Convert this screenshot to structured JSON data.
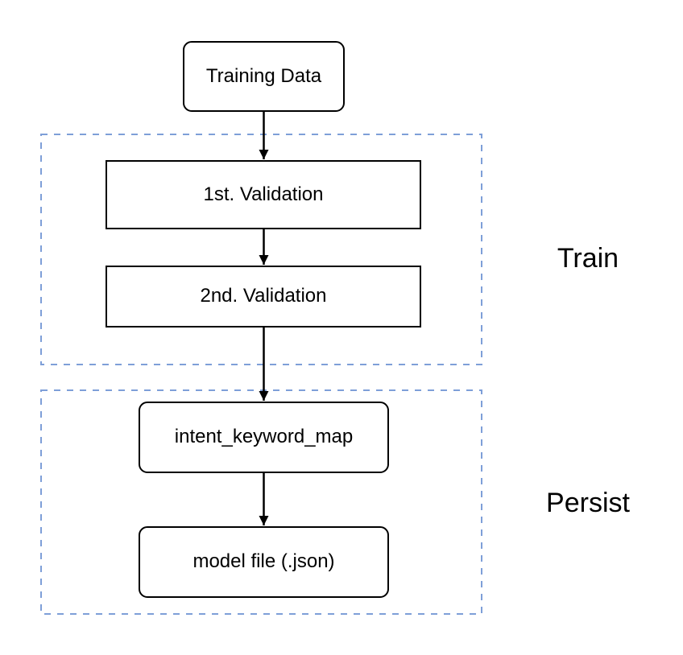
{
  "diagram": {
    "nodes": {
      "training_data": {
        "label": "Training Data",
        "shape": "rounded-rectangle"
      },
      "first_validation": {
        "label": "1st. Validation",
        "shape": "rectangle"
      },
      "second_validation": {
        "label": "2nd. Validation",
        "shape": "rectangle"
      },
      "intent_keyword_map": {
        "label": "intent_keyword_map",
        "shape": "rounded-rectangle"
      },
      "model_file": {
        "label": "model file (.json)",
        "shape": "rounded-rectangle"
      }
    },
    "groups": {
      "train": {
        "label": "Train"
      },
      "persist": {
        "label": "Persist"
      }
    },
    "edges": [
      {
        "from": "training_data",
        "to": "first_validation"
      },
      {
        "from": "first_validation",
        "to": "second_validation"
      },
      {
        "from": "second_validation",
        "to": "intent_keyword_map"
      },
      {
        "from": "intent_keyword_map",
        "to": "model_file"
      }
    ],
    "colors": {
      "canvas_background": "#FFFFFF",
      "node_fill": "#FFFFFF",
      "node_border": "#000000",
      "group_border": "#7E9FD8",
      "connector": "#000000",
      "text": "#000000"
    }
  }
}
